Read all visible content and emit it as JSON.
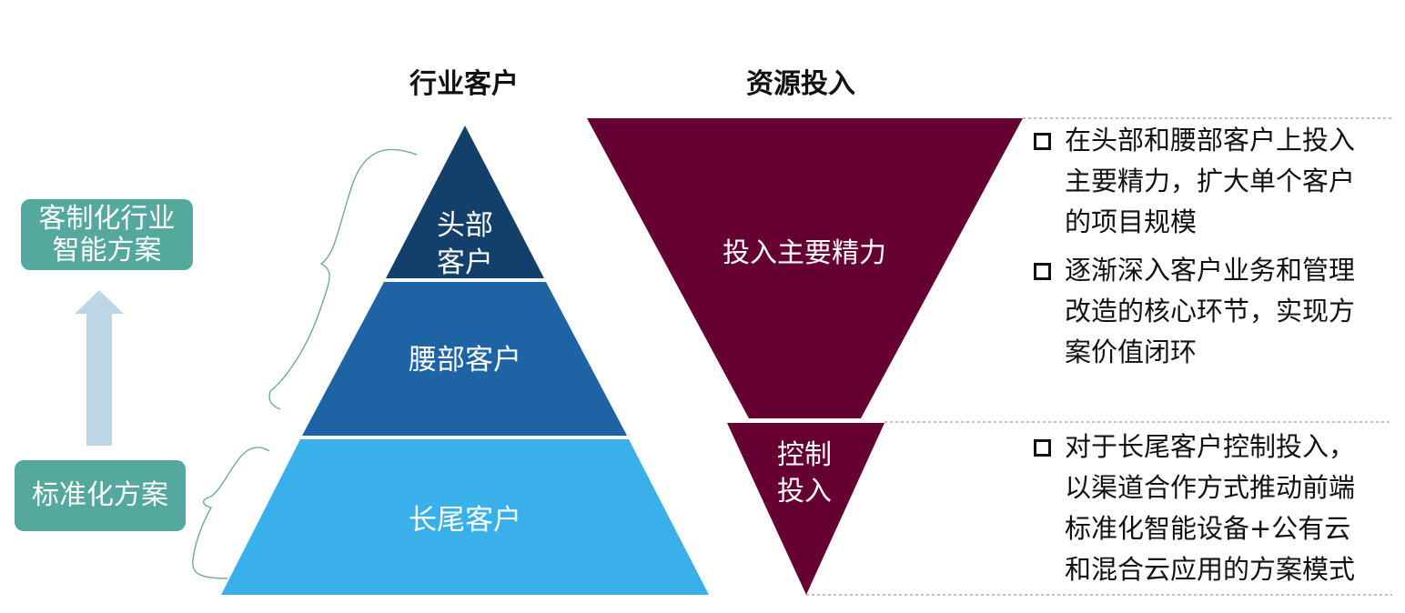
{
  "headings": {
    "left": "行业客户",
    "right": "资源投入"
  },
  "pyramid": {
    "top_line1": "头部",
    "top_line2": "客户",
    "middle": "腰部客户",
    "bottom": "长尾客户"
  },
  "funnel": {
    "upper": "投入主要精力",
    "lower_line1": "控制",
    "lower_line2": "投入"
  },
  "left_tags": {
    "custom_line1": "客制化行业",
    "custom_line2": "智能方案",
    "standard": "标准化方案"
  },
  "bullets": {
    "upper": [
      [
        "在头部和腰部客户上投入",
        "主要精力，扩大单个客户",
        "的项目规模"
      ],
      [
        "逐渐深入客户业务和管理",
        "改造的核心环节，实现方",
        "案价值闭环"
      ]
    ],
    "lower": [
      [
        "对于长尾客户控制投入，",
        "以渠道合作方式推动前端",
        "标准化智能设备+公有云",
        "和混合云应用的方案模式"
      ]
    ]
  },
  "colors": {
    "pyramid_top": "#13406b",
    "pyramid_middle": "#1e64a4",
    "pyramid_bottom": "#39b0ea",
    "funnel": "#660033",
    "tag": "#55a89d",
    "arrow": "#bdd6e6",
    "brace": "#6bab94"
  }
}
